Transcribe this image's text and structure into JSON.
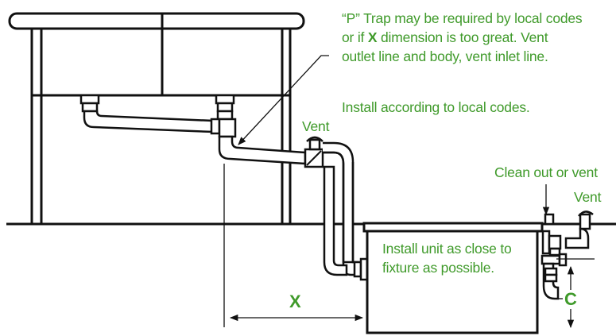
{
  "colors": {
    "annotation": "#3f9a2a",
    "drawing": "#111111",
    "fill": "#ffffff"
  },
  "trap_note": {
    "line1": "“P” Trap may be required by local codes",
    "line2_pre": "or if ",
    "line2_x": "X",
    "line2_post": " dimension is too great. Vent",
    "line3": "outlet line and body, vent inlet line."
  },
  "install_codes": "Install according to local codes.",
  "vent_left": "Vent",
  "clean_out": "Clean out or vent",
  "vent_right": "Vent",
  "unit_note": {
    "line1": "Install unit as close to",
    "line2": "fixture as possible."
  },
  "dim_x": "X",
  "dim_c": "C"
}
